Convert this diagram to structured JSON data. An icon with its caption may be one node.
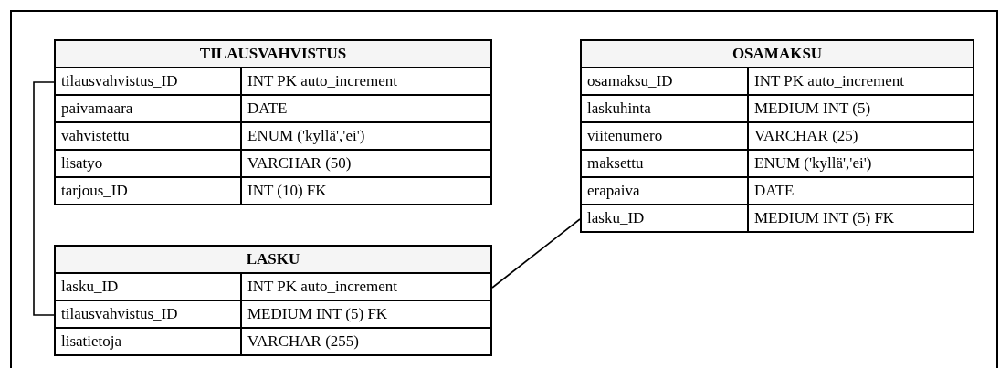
{
  "diagram": {
    "nodes": [
      {
        "text": [
          "TILAUSVAHVISTUS"
        ]
      },
      {
        "text": [
          "tilausvahvistus_ID",
          "INT PK auto_increment"
        ],
        "in": 0
      },
      {
        "text": [
          "paivamaara",
          "DATE"
        ],
        "in": 0
      },
      {
        "text": [
          "vahvistettu",
          "ENUM ('kyllä','ei')"
        ],
        "in": 0
      },
      {
        "text": [
          "lisatyo",
          "VARCHAR (50)"
        ],
        "in": 0
      },
      {
        "text": [
          "tarjous_ID",
          "INT (10) FK"
        ],
        "in": 0
      },
      {
        "text": [
          "OSAMAKSU"
        ]
      },
      {
        "text": [
          "osamaksu_ID",
          "INT PK auto_increment"
        ],
        "in": 6
      },
      {
        "text": [
          "laskuhinta",
          "MEDIUM INT (5)"
        ],
        "in": 6
      },
      {
        "text": [
          "viitenumero",
          "VARCHAR (25)"
        ],
        "in": 6
      },
      {
        "text": [
          "maksettu",
          "ENUM ('kyllä','ei')"
        ],
        "in": 6
      },
      {
        "text": [
          "erapaiva",
          "DATE"
        ],
        "in": 6
      },
      {
        "text": [
          "lasku_ID",
          "MEDIUM INT (5) FK"
        ],
        "in": 6
      },
      {
        "text": [
          "LASKU"
        ]
      },
      {
        "text": [
          "lasku_ID",
          "INT PK auto_increment"
        ],
        "in": 13
      },
      {
        "text": [
          "tilausvahvistus_ID",
          "MEDIUM INT (5) FK"
        ],
        "in": 13
      },
      {
        "text": [
          "lisatietoja",
          "VARCHAR (255)"
        ],
        "in": 13
      }
    ],
    "edges": [
      {
        "from": 1,
        "to": 15,
        "arrow": "none"
      },
      {
        "from": 14,
        "to": 12,
        "arrow": "none"
      }
    ]
  }
}
